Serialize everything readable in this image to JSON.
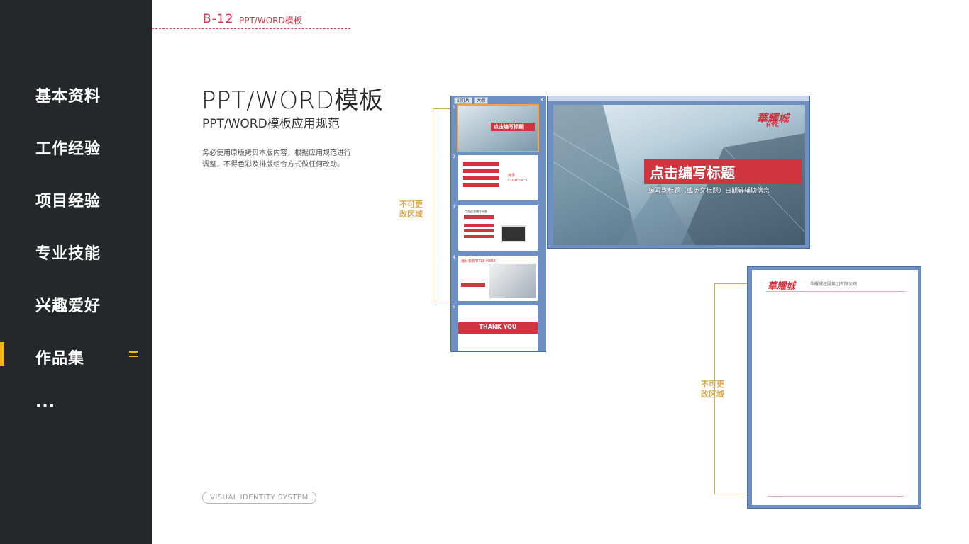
{
  "nav": {
    "items": [
      {
        "label": "基本资料"
      },
      {
        "label": "工作经验"
      },
      {
        "label": "项目经验"
      },
      {
        "label": "专业技能"
      },
      {
        "label": "兴趣爱好"
      },
      {
        "label": "作品集",
        "active": true
      },
      {
        "label": "..."
      }
    ],
    "accent_color": "#f2b81a",
    "menu_icon": "hamburger-icon"
  },
  "header": {
    "code": "B-12",
    "title": "PPT/WORD模板"
  },
  "main": {
    "title": "PPT/WORD模板",
    "subtitle": "PPT/WORD模板应用规范",
    "description": "务必使用原版拷贝本版内容，根据应用规范进行调整，不得色彩及排版组合方式做任何改动。",
    "footer_label": "VISUAL IDENTITY SYSTEM"
  },
  "callouts": {
    "ppt_label": "不可更改区域",
    "word_label": "不可更改区域"
  },
  "ppt": {
    "tabs": [
      "幻灯片",
      "大纲"
    ],
    "thumb_numbers": [
      "1",
      "2",
      "3",
      "4",
      "5"
    ],
    "slide_title": "点击编写标题",
    "slide_subtitle": "编写副标题（或英文标题）日期等辅助信息",
    "logo": "華耀城",
    "logo_sub": "HYC",
    "thumb_titles": [
      "点击编写标题",
      "目录 CONTENTS",
      "点击这里编写标题",
      "编写标题TITLE HERE",
      "THANK YOU"
    ]
  },
  "word": {
    "logo": "華耀城",
    "company": "华耀城控股集团有限公司"
  }
}
